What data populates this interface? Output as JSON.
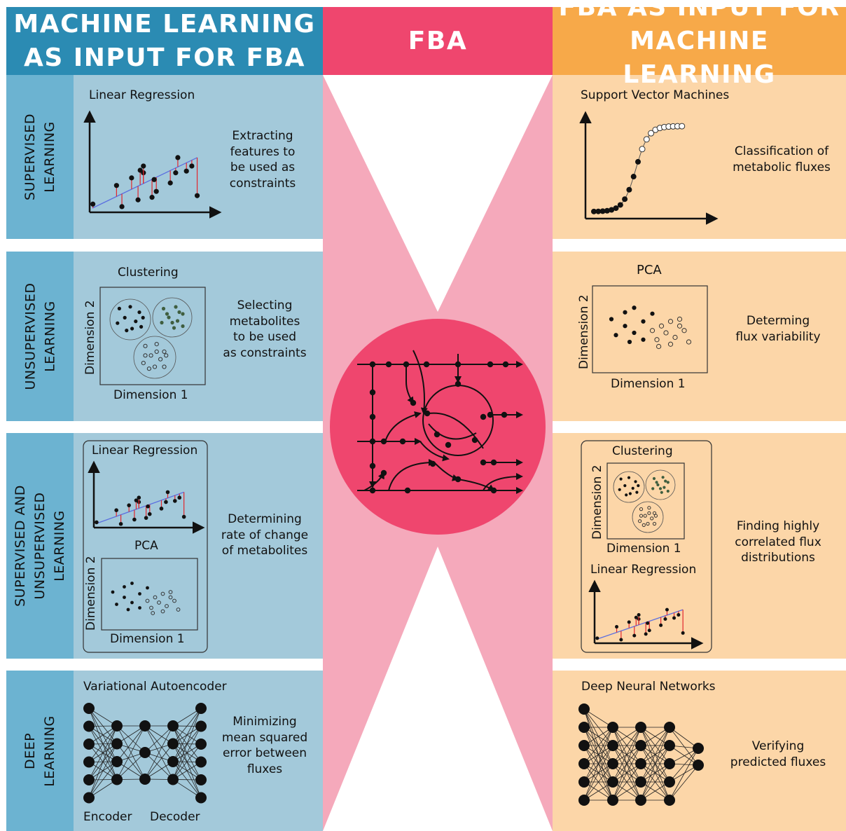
{
  "colors": {
    "blue_header": "#2b8bb3",
    "blue_panel": "#a3c9da",
    "blue_side": "#6cb3d1",
    "pink_header": "#ef466e",
    "pink_band": "#f5a9bb",
    "orange_header": "#f7a949",
    "orange_panel": "#fcd6a8",
    "orange_side": "#fbc484",
    "regression_line": "#5b6fe0",
    "residual": "#e2272d",
    "cluster_green": "#3f5e3f"
  },
  "headers": {
    "left": [
      "MACHINE LEARNING",
      "AS INPUT FOR FBA"
    ],
    "center": "FBA",
    "right": [
      "FBA AS INPUT FOR",
      "MACHINE LEARNING"
    ]
  },
  "left_rows": [
    {
      "category": [
        "SUPERVISED",
        "LEARNING"
      ],
      "method": "Linear Regression",
      "description": [
        "Extracting",
        "features to",
        "be used as",
        "constraints"
      ]
    },
    {
      "category": [
        "UNSUPERVISED",
        "LEARNING"
      ],
      "method": "Clustering",
      "axis_y": "Dimension 2",
      "axis_x": "Dimension 1",
      "description": [
        "Selecting",
        "metabolites",
        "to be used",
        "as constraints"
      ]
    },
    {
      "category": [
        "SUPERVISED AND",
        "UNSUPERVISED",
        "LEARNING"
      ],
      "method": "Linear Regression",
      "method2": "PCA",
      "axis_y": "Dimension 2",
      "axis_x": "Dimension 1",
      "description": [
        "Determining",
        "rate of change",
        "of metabolites"
      ]
    },
    {
      "category": [
        "DEEP",
        "LEARNING"
      ],
      "method": "Variational Autoencoder",
      "encoder": "Encoder",
      "decoder": "Decoder",
      "description": [
        "Minimizing",
        "mean squared",
        "error between",
        "fluxes"
      ]
    }
  ],
  "right_rows": [
    {
      "method": "Support Vector Machines",
      "description": [
        "Classification of",
        "metabolic fluxes"
      ]
    },
    {
      "method": "PCA",
      "axis_y": "Dimension 2",
      "axis_x": "Dimension 1",
      "description": [
        "Determing",
        "flux variability"
      ]
    },
    {
      "method": "Clustering",
      "method2": "Linear Regression",
      "axis_y": "Dimension 2",
      "axis_x": "Dimension 1",
      "description": [
        "Finding highly",
        "correlated flux",
        "distributions"
      ]
    },
    {
      "method": "Deep Neural Networks",
      "description": [
        "Verifying",
        "predicted fluxes"
      ]
    }
  ]
}
